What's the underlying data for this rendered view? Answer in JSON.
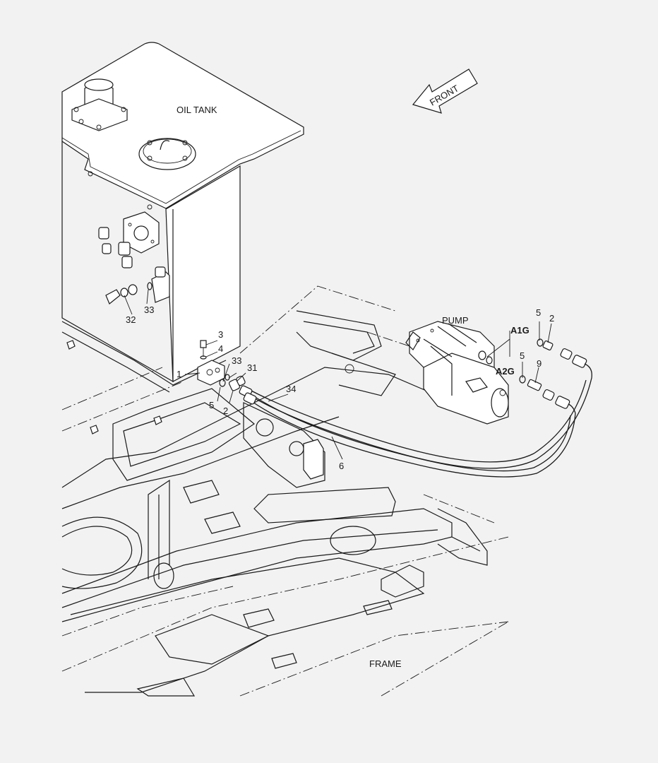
{
  "labels": {
    "oil_tank": "OIL TANK",
    "front": "FRONT",
    "pump": "PUMP",
    "frame": "FRAME",
    "port_a1g": "A1G",
    "port_a2g": "A2G"
  },
  "callouts": {
    "c1": "1",
    "c2a": "2",
    "c2b": "2",
    "c3": "3",
    "c4": "4",
    "c5a": "5",
    "c5b": "5",
    "c5c": "5",
    "c6": "6",
    "c9": "9",
    "c31": "31",
    "c32": "32",
    "c33a": "33",
    "c33b": "33",
    "c34": "34"
  }
}
